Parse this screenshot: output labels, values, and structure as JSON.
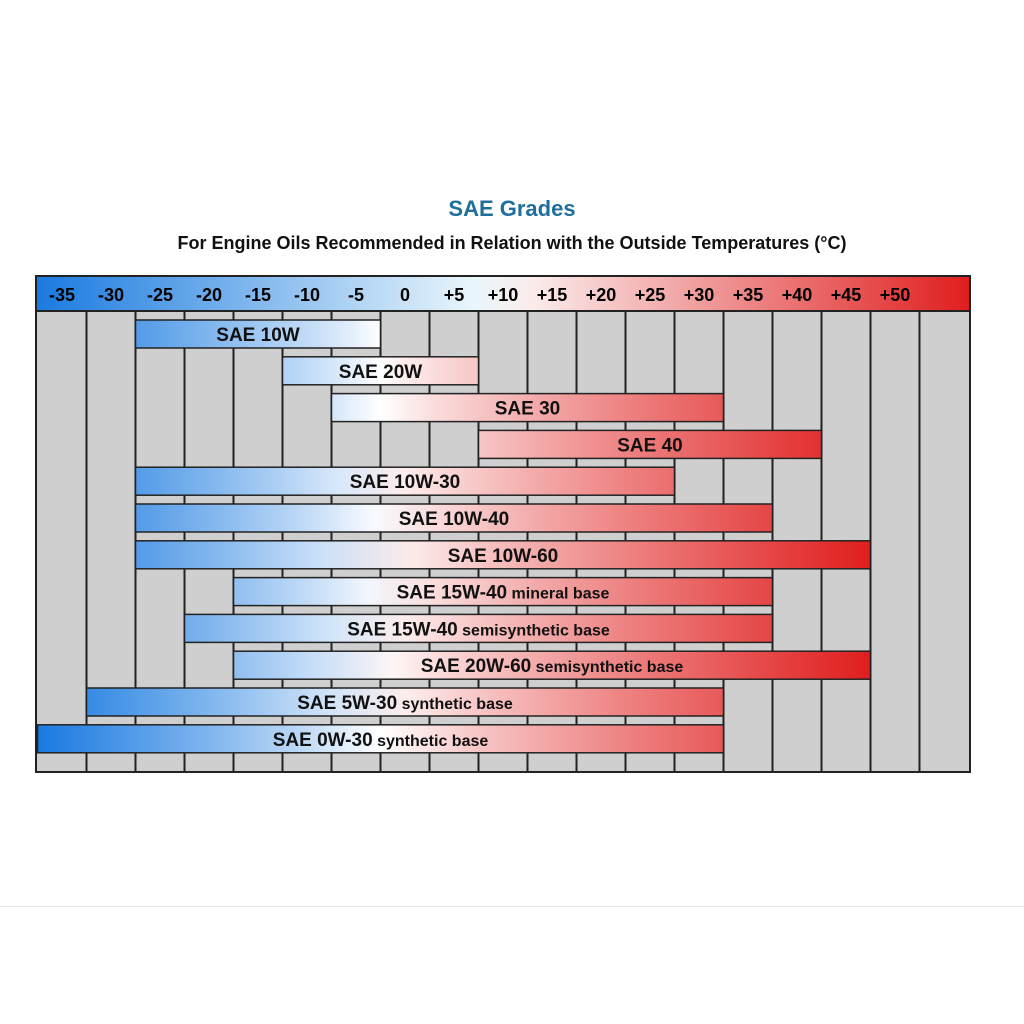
{
  "chart_data": {
    "type": "bar",
    "title": "SAE Grades",
    "subtitle": "For Engine Oils Recommended in Relation with the Outside Temperatures (°C)",
    "xlabel": "",
    "ylabel": "",
    "xlim": [
      -40,
      55
    ],
    "x_ticks": [
      "-35",
      "-30",
      "-25",
      "-20",
      "-15",
      "-10",
      "-5",
      "0",
      "+5",
      "+10",
      "+15",
      "+20",
      "+25",
      "+30",
      "+35",
      "+40",
      "+45",
      "+50"
    ],
    "grid": true,
    "colors": {
      "cold": "#1a7ae0",
      "neutral": "#ffffff",
      "hot": "#e01e1e",
      "grid_bg": "#cfcfcf"
    },
    "series": [
      {
        "name": "SAE 10W",
        "detail": "",
        "min": -25,
        "max": 0
      },
      {
        "name": "SAE 20W",
        "detail": "",
        "min": -10,
        "max": 10
      },
      {
        "name": "SAE 30",
        "detail": "",
        "min": -5,
        "max": 35
      },
      {
        "name": "SAE 40",
        "detail": "",
        "min": 10,
        "max": 45
      },
      {
        "name": "SAE 10W-30",
        "detail": "",
        "min": -25,
        "max": 30
      },
      {
        "name": "SAE 10W-40",
        "detail": "",
        "min": -25,
        "max": 40
      },
      {
        "name": "SAE 10W-60",
        "detail": "",
        "min": -25,
        "max": 50
      },
      {
        "name": "SAE 15W-40",
        "detail": "mineral base",
        "min": -15,
        "max": 40
      },
      {
        "name": "SAE 15W-40",
        "detail": "semisynthetic base",
        "min": -20,
        "max": 40
      },
      {
        "name": "SAE 20W-60",
        "detail": "semisynthetic base",
        "min": -15,
        "max": 50
      },
      {
        "name": "SAE 5W-30",
        "detail": "synthetic base",
        "min": -30,
        "max": 35
      },
      {
        "name": "SAE 0W-30",
        "detail": "synthetic base",
        "min": -35,
        "max": 35
      }
    ]
  }
}
